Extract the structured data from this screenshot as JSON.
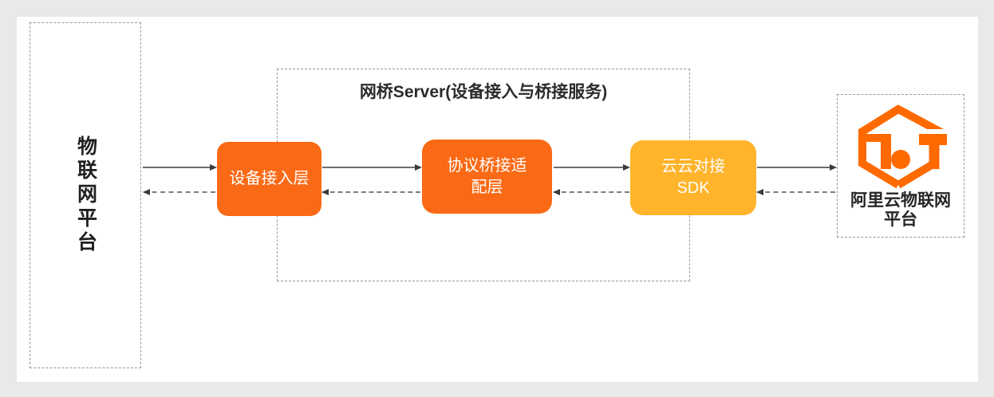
{
  "colors": {
    "page_bg": "#e9e9e9",
    "panel_bg": "#ffffff",
    "node_orange": "#fa6a16",
    "node_amber": "#ffb42b",
    "logo_orange": "#ff6a00",
    "dashed_border": "#9a9a9a",
    "text_dark": "#262626",
    "arrow_line": "#6f6f6f",
    "arrow_head": "#3c3c3c"
  },
  "left_platform": {
    "label": "物联网平台"
  },
  "bridge": {
    "title": "网桥Server(设备接入与桥接服务)"
  },
  "nodes": [
    {
      "name": "device-access-layer",
      "lines": [
        "设备接入层"
      ],
      "fill": "node_orange"
    },
    {
      "name": "protocol-bridge-adapter-layer",
      "lines": [
        "协议桥接适",
        "配层"
      ],
      "fill": "node_orange"
    },
    {
      "name": "cloud-to-cloud-sdk",
      "lines": [
        "云云对接",
        "SDK"
      ],
      "fill": "node_amber"
    }
  ],
  "aliyun": {
    "caption_lines": [
      "阿里云物联网",
      "平台"
    ],
    "logo": "aliyun-iot-hexagon-logo"
  },
  "arrows": [
    {
      "from": "物联网平台",
      "to": "设备接入层",
      "style": "solid",
      "direction": "right"
    },
    {
      "from": "设备接入层",
      "to": "物联网平台",
      "style": "dashed",
      "direction": "left"
    },
    {
      "from": "设备接入层",
      "to": "协议桥接适配层",
      "style": "solid",
      "direction": "right"
    },
    {
      "from": "协议桥接适配层",
      "to": "设备接入层",
      "style": "dashed",
      "direction": "left"
    },
    {
      "from": "协议桥接适配层",
      "to": "云云对接SDK",
      "style": "solid",
      "direction": "right"
    },
    {
      "from": "云云对接SDK",
      "to": "协议桥接适配层",
      "style": "dashed",
      "direction": "left"
    },
    {
      "from": "云云对接SDK",
      "to": "阿里云物联网平台",
      "style": "solid",
      "direction": "right"
    },
    {
      "from": "阿里云物联网平台",
      "to": "云云对接SDK",
      "style": "dashed",
      "direction": "left"
    }
  ]
}
